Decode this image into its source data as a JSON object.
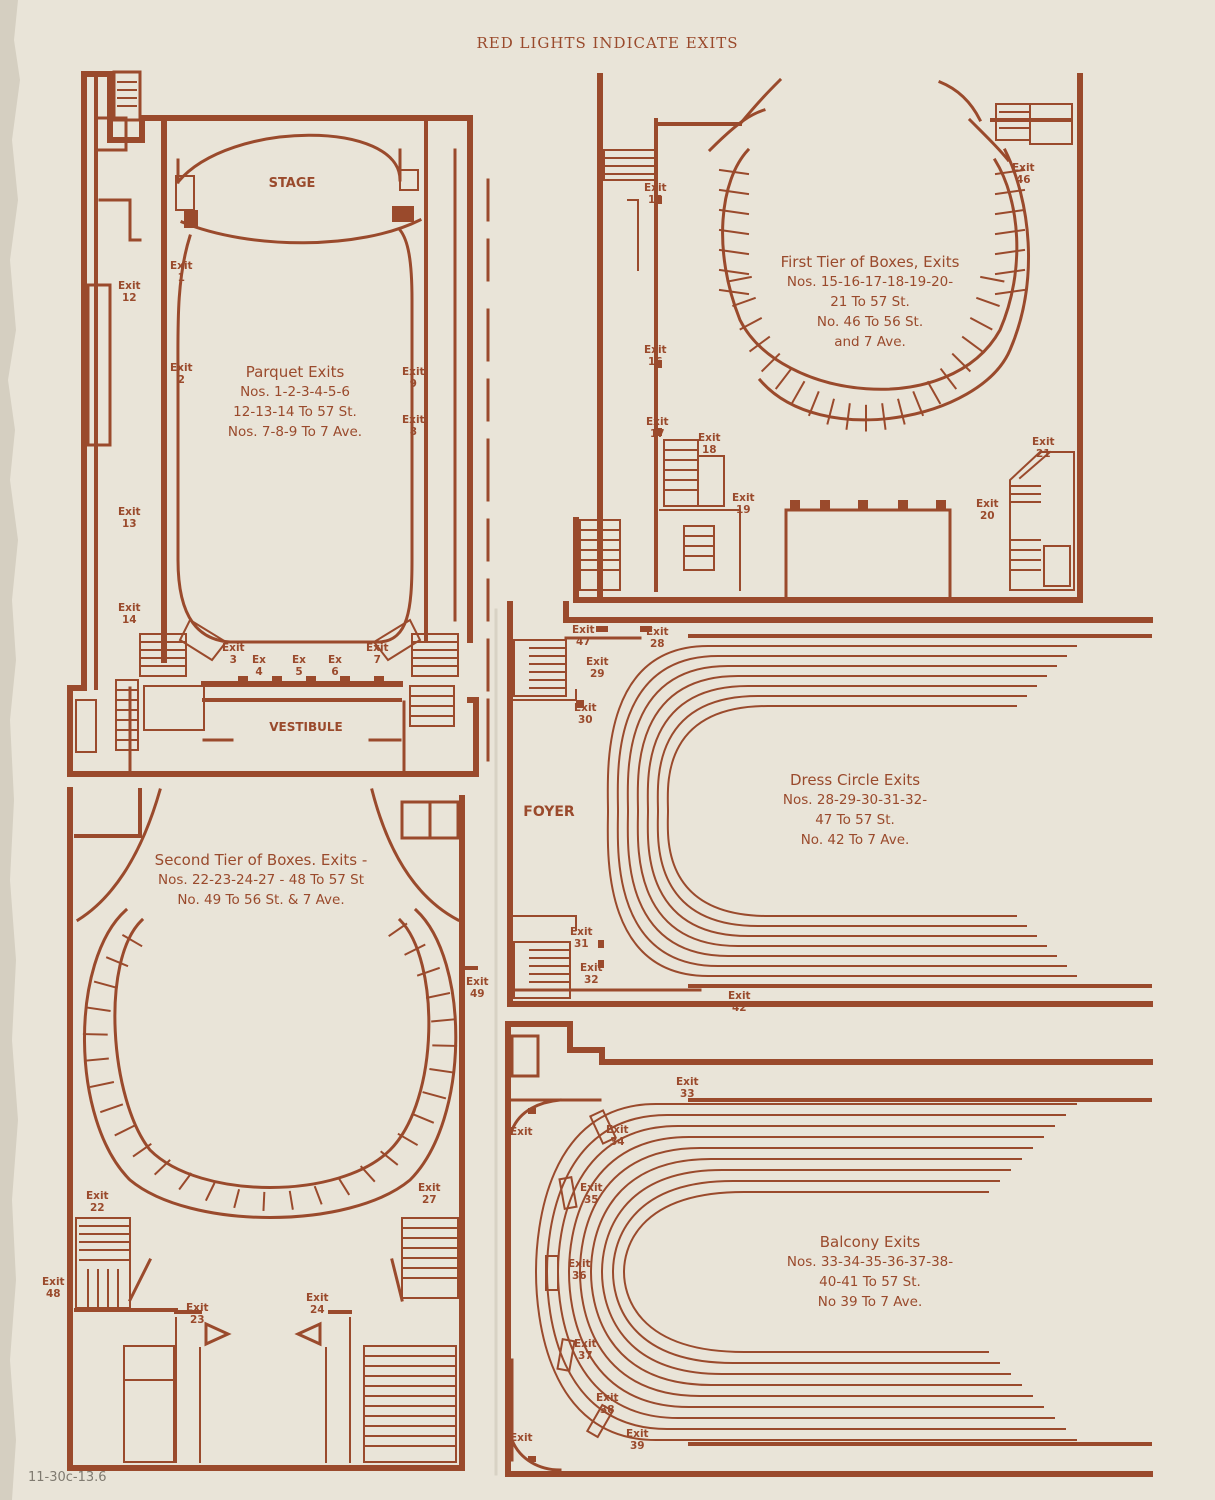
{
  "title": "RED LIGHTS INDICATE EXITS",
  "colors": {
    "ink": "#9a4a2c",
    "paper": "#e9e4d8"
  },
  "parquet": {
    "stage": "STAGE",
    "vestibule": "VESTIBULE",
    "heading": "Parquet Exits",
    "lines": [
      "Nos. 1-2-3-4-5-6",
      "12-13-14 To 57 St.",
      "Nos. 7-8-9 To 7 Ave."
    ],
    "exits": [
      {
        "id": "exit-1",
        "label": "Exit",
        "num": "1"
      },
      {
        "id": "exit-2",
        "label": "Exit",
        "num": "2"
      },
      {
        "id": "exit-9",
        "label": "Exit",
        "num": "9"
      },
      {
        "id": "exit-8",
        "label": "Exit",
        "num": "8"
      },
      {
        "id": "exit-12",
        "label": "Exit",
        "num": "12"
      },
      {
        "id": "exit-13",
        "label": "Exit",
        "num": "13"
      },
      {
        "id": "exit-14",
        "label": "Exit",
        "num": "14"
      },
      {
        "id": "exit-3",
        "label": "Exit",
        "num": "3"
      },
      {
        "id": "exit-4",
        "label": "Ex",
        "num": "4"
      },
      {
        "id": "exit-5",
        "label": "Ex",
        "num": "5"
      },
      {
        "id": "exit-6",
        "label": "Ex",
        "num": "6"
      },
      {
        "id": "exit-7",
        "label": "Exit",
        "num": "7"
      }
    ]
  },
  "first_tier": {
    "heading": "First Tier of Boxes, Exits",
    "lines": [
      "Nos. 15-16-17-18-19-20-",
      "21 To 57 St.",
      "No. 46 To 56 St.",
      "and 7 Ave."
    ],
    "exits": [
      {
        "id": "exit-15",
        "label": "Exit",
        "num": "15"
      },
      {
        "id": "exit-16",
        "label": "Exit",
        "num": "16"
      },
      {
        "id": "exit-17",
        "label": "Exit",
        "num": "17"
      },
      {
        "id": "exit-18",
        "label": "Exit",
        "num": "18"
      },
      {
        "id": "exit-19",
        "label": "Exit",
        "num": "19"
      },
      {
        "id": "exit-46",
        "label": "Exit",
        "num": "46"
      },
      {
        "id": "exit-21",
        "label": "Exit",
        "num": "21"
      },
      {
        "id": "exit-20",
        "label": "Exit",
        "num": "20"
      }
    ]
  },
  "dress_circle": {
    "foyer": "FOYER",
    "heading": "Dress Circle Exits",
    "lines": [
      "Nos. 28-29-30-31-32-",
      "47 To 57 St.",
      "No. 42 To 7 Ave."
    ],
    "exits": [
      {
        "id": "exit-47",
        "label": "Exit",
        "num": "47"
      },
      {
        "id": "exit-28",
        "label": "Exit",
        "num": "28"
      },
      {
        "id": "exit-29",
        "label": "Exit",
        "num": "29"
      },
      {
        "id": "exit-30",
        "label": "Exit",
        "num": "30"
      },
      {
        "id": "exit-31",
        "label": "Exit",
        "num": "31"
      },
      {
        "id": "exit-32",
        "label": "Exit",
        "num": "32"
      },
      {
        "id": "exit-42",
        "label": "Exit",
        "num": "42"
      }
    ]
  },
  "second_tier": {
    "heading": "Second Tier of Boxes. Exits -",
    "lines": [
      "Nos. 22-23-24-27 - 48 To 57 St",
      "No. 49 To 56 St. & 7 Ave."
    ],
    "exits": [
      {
        "id": "exit-49",
        "label": "Exit",
        "num": "49"
      },
      {
        "id": "exit-22",
        "label": "Exit",
        "num": "22"
      },
      {
        "id": "exit-27",
        "label": "Exit",
        "num": "27"
      },
      {
        "id": "exit-48",
        "label": "Exit",
        "num": "48"
      },
      {
        "id": "exit-23",
        "label": "Exit",
        "num": "23"
      },
      {
        "id": "exit-24",
        "label": "Exit",
        "num": "24"
      }
    ]
  },
  "balcony": {
    "heading": "Balcony Exits",
    "lines": [
      "Nos. 33-34-35-36-37-38-",
      "40-41 To 57 St.",
      "No 39 To 7 Ave."
    ],
    "exits": [
      {
        "id": "exit-33",
        "label": "Exit",
        "num": "33"
      },
      {
        "id": "exit-balc-top",
        "label": "Exit",
        "num": ""
      },
      {
        "id": "exit-34",
        "label": "Exit",
        "num": "34"
      },
      {
        "id": "exit-35",
        "label": "Exit",
        "num": "35"
      },
      {
        "id": "exit-36",
        "label": "Exit",
        "num": "36"
      },
      {
        "id": "exit-37",
        "label": "Exit",
        "num": "37"
      },
      {
        "id": "exit-38",
        "label": "Exit",
        "num": "38"
      },
      {
        "id": "exit-39",
        "label": "Exit",
        "num": "39"
      },
      {
        "id": "exit-balc-bottom",
        "label": "Exit",
        "num": ""
      }
    ]
  },
  "archive_note": "11-30c-13.6"
}
